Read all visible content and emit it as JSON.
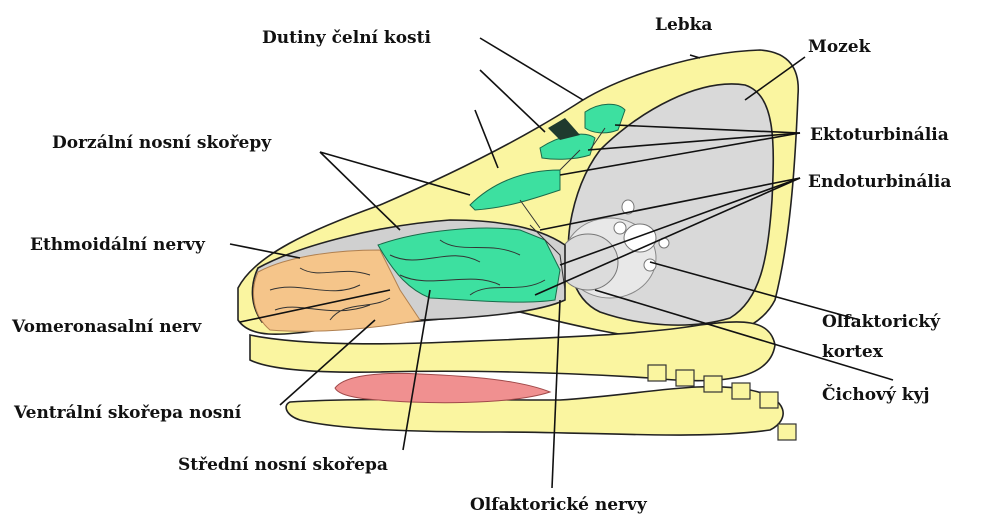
{
  "labels": {
    "lebka": "Lebka",
    "mozek": "Mozek",
    "dutiny_celni_kosti": "Dutiny čelní kosti",
    "dorzalni_nosni_skorepy": "Dorzální nosní  skořepy",
    "ektoturbinalia": "Ektoturbinália",
    "endoturbinalia": "Endoturbinália",
    "ethmoidalni_nervy": "Ethmoidální nervy",
    "vomeronasalni_nerv": "Vomeronasalní nerv",
    "olfaktoricky_kortex_1": "Olfaktorický",
    "olfaktoricky_kortex_2": "kortex",
    "cichovy_kyj": "Čichový kyj",
    "ventralni_skorepa_nosni": "Ventrální skořepa nosní",
    "stredni_nosni_skorepa": "Střední nosní skořepa",
    "olfaktoricke_nervy": "Olfaktorické nervy"
  },
  "colors": {
    "bone": "#FAF5A0",
    "brain": "#D9D9D9",
    "turbinate_green": "#3DE0A0",
    "ventral_orange": "#F5C58A",
    "tongue_pink": "#F09090",
    "outline": "#222222"
  }
}
